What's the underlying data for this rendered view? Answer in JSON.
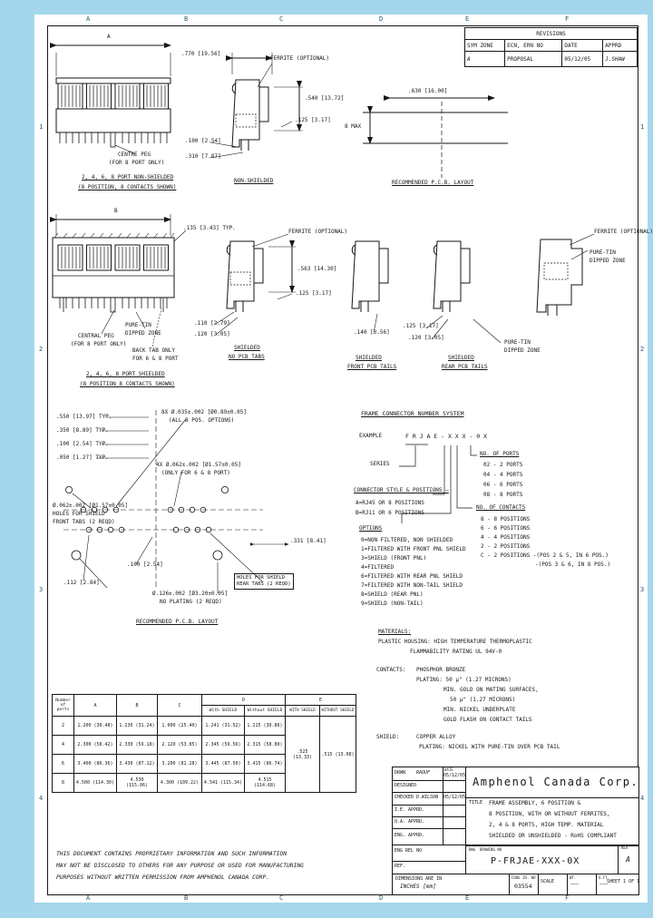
{
  "zones": {
    "top": [
      "A",
      "B",
      "C",
      "D",
      "E",
      "F"
    ],
    "bottom": [
      "A",
      "B",
      "C",
      "D",
      "E",
      "F"
    ],
    "left": [
      "1",
      "2",
      "3",
      "4"
    ],
    "right": [
      "1",
      "2",
      "3",
      "4"
    ]
  },
  "revisions": {
    "title": "REVISIONS",
    "col_sym": "SYM ZONE",
    "col_ecn": "ECN, ERN NO",
    "col_date": "DATE",
    "col_apprd": "APPRD",
    "row": {
      "sym": "A",
      "ecn": "PROPOSAL",
      "date": "05/12/05",
      "apprd": "J.SHAW"
    }
  },
  "callouts": {
    "dim_a": "A",
    "dim_b": "B",
    "d770": ".770 [19.56]",
    "ferrite": "FERRITE (OPTIONAL)",
    "d540": ".540 [13.72]",
    "d125": ".125 [3.17]",
    "d100": ".100 [2.54]",
    "d310": ".310 [7.87]",
    "centre_peg_1": "CENTRE PEG",
    "centre_peg_2": "(FOR 8 PORT ONLY)",
    "cap_ns_1": "2, 4, 6, 8 PORT NON-SHIELDED",
    "cap_ns_2": "(8 POSITION, 8 CONTACTS SHOWN)",
    "cap_ns_side": "NON-SHIELDED",
    "d630": ".630 [16.00]",
    "max8": "8 MAX",
    "cap_pcb": "RECOMMENDED P.C.B. LAYOUT",
    "d135": ".135 [3.43] TYP.",
    "d563": ".563 [14.30]",
    "puretin_1": "PURE-TIN",
    "puretin_2": "DIPPED ZONE",
    "central_peg_1": "CENTRAL PEG",
    "central_peg_2": "(FOR 8 PORT ONLY)",
    "backtab_1": "BACK TAB ONLY",
    "backtab_2": "FOR 6 & 8 PORT",
    "d110": ".110 [2.79]",
    "d120": ".120 [3.05]",
    "d140": ".140 [3.56]",
    "cap_sh_1": "2, 4, 6, 8 PORT SHIELDED",
    "cap_sh_2": "(8 POSITION 8 CONTACTS SHOWN)",
    "shielded": "SHIELDED",
    "cap_notabs": "NO PCB TABS",
    "cap_fronttails": "FRONT PCB TAILS",
    "cap_reartails": "REAR PCB TAILS",
    "d550": ".550 [13.97] TYP.",
    "d350": ".350 [8.89] TYP.",
    "d100typ": ".100 [2.54] TYP.",
    "d050": ".050 [1.27] TYP.",
    "hole035_1": "8X Ø.035±.002 [Ø0.89±0.05]",
    "hole035_2": "(ALL 8 POS. OPTIONS)",
    "hole062_1": "4X Ø.062±.002 [Ø1.57±0.05]",
    "hole062_2": "(ONLY FOR 6 & 8 PORT)",
    "holeshield_1": "Ø.062±.002 [Ø1.57±0.05]",
    "holeshield_2": "HOLES FOR SHIELD",
    "holeshield_3": "FRONT TABS (2 REQD)",
    "d331": ".331 [8.41]",
    "d112": ".112 [2.84]",
    "hole126_1": "Ø.126±.002 [Ø3.20±0.05]",
    "hole126_2": "NO PLATING (2 REQD)",
    "reartabs_1": "HOLES FOR SHIELD",
    "reartabs_2": "REAR TABS (2 REQD)"
  },
  "numbering": {
    "heading": "FRAME CONNECTOR NUMBER SYSTEM",
    "example_label": "EXAMPLE",
    "example_value": "F R J A E - X X X - 0 X",
    "series_label": "SERIES",
    "style_heading": "CONNECTOR STYLE & POSITIONS —",
    "style_items": [
      "A=RJ45 OR 8 POSITIONS",
      "B=RJ11 OR 6 POSITIONS"
    ],
    "ports_heading": "NO. OF PORTS",
    "ports_items": [
      "02 - 2 PORTS",
      "04 - 4 PORTS",
      "06 - 6 PORTS",
      "08 - 8 PORTS"
    ],
    "contacts_heading": "NO. OF CONTACTS",
    "contacts_items": [
      "8 - 8 POSITIONS",
      "6 - 6 POSITIONS",
      "4 - 4 POSITIONS",
      "2 - 2 POSITIONS",
      "C - 2 POSITIONS -(POS 2 & 5, IN 6 POS.)",
      "-(POS 3 & 6, IN 8 POS.)"
    ],
    "options_heading": "OPTIONS",
    "options_items": [
      "0=NON FILTERED, NON SHIELDED",
      "1=FILTERED WITH FRONT PNL SHIELD",
      "3=SHIELD (FRONT PNL)",
      "4=FILTERED",
      "6=FILTERED WITH REAR PNL SHIELD",
      "7=FILTERED WITH NON-TAIL SHIELD",
      "8=SHIELD (REAR PNL)",
      "9=SHIELD (NON-TAIL)"
    ]
  },
  "notes": {
    "materials_label": "MATERIALS:",
    "materials_1": "PLASTIC HOUSING: HIGH TEMPERATURE THERMOPLASTIC",
    "materials_2": "FLAMMABILITY RATING UL 94V-0",
    "contacts_label": "CONTACTS:",
    "contacts_1": "PHOSPHOR BRONZE",
    "contacts_2": "PLATING: 50 µ\" (1.27 MICRONS)",
    "contacts_3": "MIN. GOLD ON MATING SURFACES,",
    "contacts_4": "50 µ\" (1.27 MICRONS)",
    "contacts_5": "MIN. NICKEL UNDERPLATE",
    "contacts_6": "GOLD FLASH ON CONTACT TAILS",
    "shield_label": "SHIELD:",
    "shield_1": "COPPER ALLOY",
    "shield_2": "PLATING: NICKEL WITH PURE-TIN OVER PCB TAIL"
  },
  "size_table": {
    "col_ports": "Number of ports",
    "col_a": "A",
    "col_b": "B",
    "col_c": "C",
    "col_d": "D",
    "col_e": "E",
    "d_with": "With SHIELD",
    "d_without": "Without SHIELD",
    "e_with": "WITH SHIELD",
    "e_without": "WITHOUT SHIELD",
    "rows": [
      {
        "ports": "2",
        "a": "1.200 (30.48)",
        "b": "1.230 (31.24)",
        "c": "1.000 (25.40)",
        "dw": "1.241 (31.52)",
        "dwo": "1.215 (30.86)"
      },
      {
        "ports": "4",
        "a": "2.300 (58.42)",
        "b": "2.330 (59.18)",
        "c": "2.120 (53.85)",
        "dw": "2.345 (59.56)",
        "dwo": "2.315 (58.80)"
      },
      {
        "ports": "6",
        "a": "3.400 (86.36)",
        "b": "3.430 (87.12)",
        "c": "3.200 (81.28)",
        "dw": "3.445 (87.50)",
        "dwo": "3.415 (86.74)"
      },
      {
        "ports": "8",
        "a": "4.500 (114.30)",
        "b": "4.530 (115.06)",
        "c": "4.300 (109.22)",
        "dw": "4.541 (115.34)",
        "dwo": "4.515 (114.68)"
      }
    ],
    "ew_value": ".525 (13.33)",
    "ewo_value": ".515 (13.08)"
  },
  "proprietary": {
    "line1": "THIS DOCUMENT CONTAINS PROPRIETARY INFORMATION AND SUCH INFORMATION",
    "line2": "MAY NOT BE DISCLOSED TO OTHERS FOR ANY PURPOSE OR USED FOR MANUFACTURING",
    "line3": "PURPOSES WITHOUT WRITTEN PERMISSION FROM AMPHENOL CANADA CORP."
  },
  "title_block": {
    "company": "Amphenol Canada Corp.",
    "drwn_label": "DRWN",
    "drwn": "RAOUF",
    "date_label": "DATE",
    "drwn_date": "05/12/05",
    "designed_label": "DESIGNED",
    "checked_label": "CHECKED",
    "checked": "D.WILSON",
    "checked_date": "05/12/05",
    "ie_label": "I.E. APPRD.",
    "qa_label": "Q.A. APPRD.",
    "eng_label": "ENG. APPRD.",
    "engrel_label": "ENG REL NO",
    "ref_label": "REF.",
    "title_label": "TITLE",
    "title_1": "FRAME ASSEMBLY, 6 POSITION &",
    "title_2": "8 POSITION, WITH OR WITHOUT FERRITES,",
    "title_3": "2, 4 & 8 PORTS, HIGH TEMP. MATERIAL",
    "title_4": "SHIELDED OR UNSHIELDED - RoHS COMPLIANT",
    "dwg_label": "DWG",
    "drawing_no_label": "DRAWING NO",
    "drawing_no": "P-FRJAE-XXX-0X",
    "rev_label": "REV",
    "rev": "A",
    "dims_note_1": "DIMENSIONS ARE IN",
    "dims_note_2": "INCHES [mm]",
    "code_label": "CODE ID. NO",
    "code": "03554",
    "scale_label": "SCALE",
    "wt_label": "WT.",
    "wt_value": "———",
    "sft_label": "S.FT.",
    "sft_value": "———",
    "sheet_label": "SHEET 1 OF 1"
  }
}
